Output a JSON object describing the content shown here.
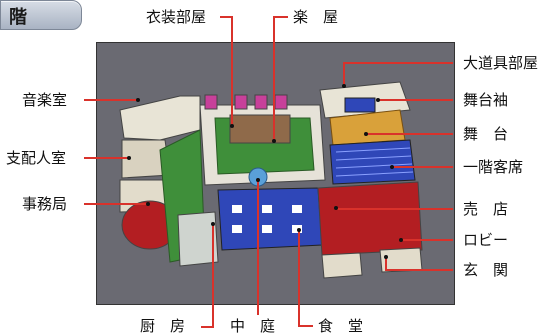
{
  "floor_tab": {
    "text": "階"
  },
  "labels": {
    "costume_room": "衣装部屋",
    "green_room": "楽　屋",
    "prop_room": "大道具部屋",
    "music_room": "音楽室",
    "wings": "舞台袖",
    "stage": "舞　台",
    "manager_room": "支配人室",
    "first_floor_seats": "一階客席",
    "office": "事務局",
    "shop": "売　店",
    "lobby": "ロビー",
    "entrance": "玄　関",
    "kitchen": "厨　房",
    "courtyard": "中　庭",
    "dining": "食　堂"
  },
  "colors": {
    "line": "#d9322b",
    "stage_wood": "#d9a13a",
    "seats": "#2f47b8",
    "red_carpet": "#b31e22",
    "lawn": "#3f8f3a",
    "tile": "#e6e2d8"
  }
}
